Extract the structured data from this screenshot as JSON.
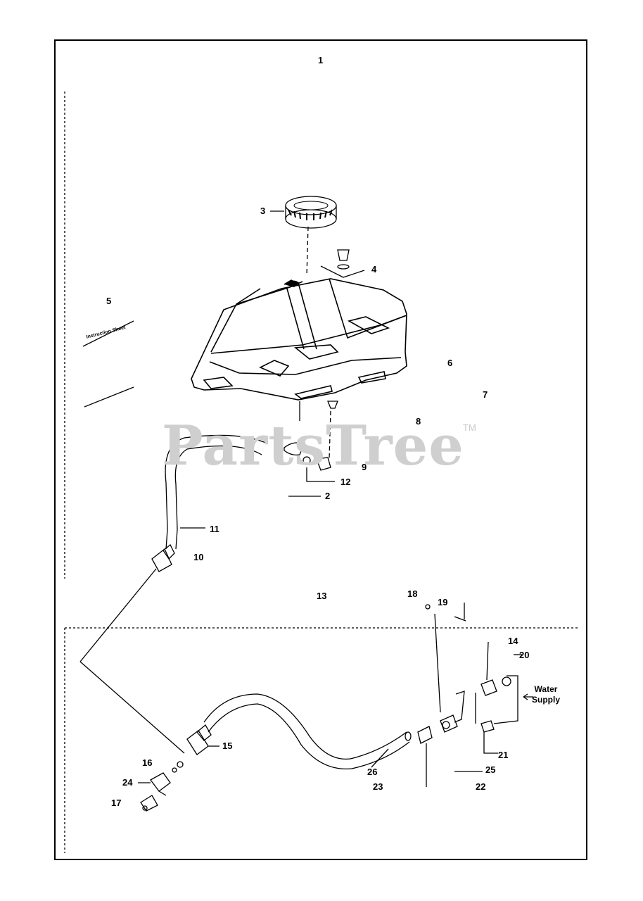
{
  "watermark": {
    "brand": "PartsTree",
    "trademark": "TM"
  },
  "instruction_sheet_text": "Instruction Sheet",
  "water_supply": {
    "line1": "Water",
    "line2": "Supply"
  },
  "callouts": {
    "c1": "1",
    "c2": "2",
    "c3": "3",
    "c4": "4",
    "c5": "5",
    "c6": "6",
    "c7": "7",
    "c8": "8",
    "c9": "9",
    "c10": "10",
    "c11": "11",
    "c12": "12",
    "c13": "13",
    "c14": "14",
    "c15": "15",
    "c16": "16",
    "c17": "17",
    "c18": "18",
    "c19": "19",
    "c20": "20",
    "c21": "21",
    "c22": "22",
    "c23": "23",
    "c24": "24",
    "c25": "25",
    "c26": "26"
  }
}
